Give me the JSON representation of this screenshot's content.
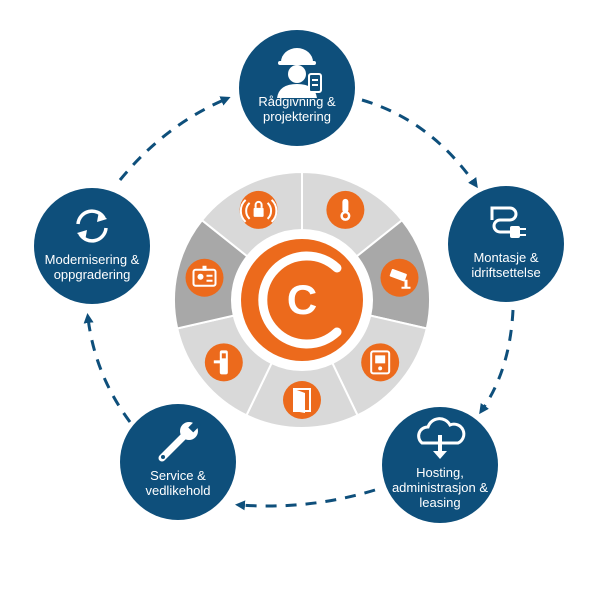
{
  "colors": {
    "blue": "#0e4f7b",
    "orange": "#ec6a1c",
    "gray_light": "#d9d9d9",
    "gray_dark": "#a8a8a8",
    "arrow": "#0e4f7b",
    "white": "#ffffff"
  },
  "steps": [
    {
      "id": "advice",
      "line1": "Rådgivning &",
      "line2": "projektering",
      "icon": "worker-tablet-icon"
    },
    {
      "id": "install",
      "line1": "Montasje &",
      "line2": "idriftsettelse",
      "icon": "plug-cable-icon"
    },
    {
      "id": "hosting",
      "line1": "Hosting,",
      "line2": "administrasjon &",
      "line3": "leasing",
      "icon": "cloud-download-icon"
    },
    {
      "id": "service",
      "line1": "Service &",
      "line2": "vedlikehold",
      "icon": "wrench-icon"
    },
    {
      "id": "modernize",
      "line1": "Modernisering &",
      "line2": "oppgradering",
      "icon": "refresh-arrows-icon"
    }
  ],
  "center": {
    "logo": "C",
    "segments": [
      {
        "id": "thermometer",
        "icon": "thermometer-icon",
        "shade": "light"
      },
      {
        "id": "camera",
        "icon": "security-camera-icon",
        "shade": "dark"
      },
      {
        "id": "intercom",
        "icon": "intercom-icon",
        "shade": "light"
      },
      {
        "id": "door",
        "icon": "door-icon",
        "shade": "light"
      },
      {
        "id": "door-lock",
        "icon": "electronic-door-lock-icon",
        "shade": "light"
      },
      {
        "id": "id-card",
        "icon": "id-card-icon",
        "shade": "dark"
      },
      {
        "id": "alarm-lock",
        "icon": "alarm-lock-icon",
        "shade": "light"
      }
    ]
  }
}
